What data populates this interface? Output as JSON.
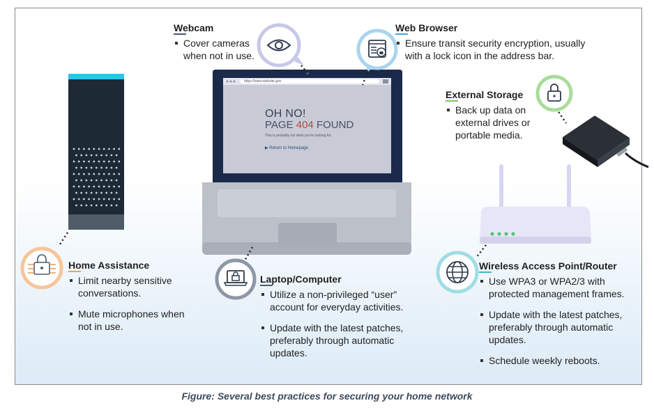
{
  "figure_caption": "Figure: Several best practices for securing your home network",
  "laptop_screen": {
    "url": "https://www.website.gov",
    "title": "OH NO!",
    "subtitle_prefix": "PAGE ",
    "subtitle_code": "404",
    "subtitle_suffix": " FOUND",
    "message": "This is probably not what you're looking for.",
    "link": "Return to Homepage"
  },
  "sections": {
    "webcam": {
      "title": "Webcam",
      "bullets": [
        "Cover cameras when not in use."
      ]
    },
    "web_browser": {
      "title": "Web Browser",
      "bullets": [
        "Ensure transit security encryption, usually with a lock icon in the address bar."
      ]
    },
    "external_storage": {
      "title": "External Storage",
      "bullets": [
        "Back up data on external drives or portable media."
      ]
    },
    "home_assistance": {
      "title": "Home Assistance",
      "bullets": [
        "Limit nearby sensitive conversations.",
        "Mute microphones when not in use."
      ]
    },
    "laptop": {
      "title": "Laptop/Computer",
      "bullets": [
        "Utilize a non-privileged “user” account for everyday activities.",
        "Update with the latest patches, preferably through automatic updates."
      ]
    },
    "router": {
      "title": "Wireless Access Point/Router",
      "bullets": [
        "Use WPA3 or WPA2/3 with protected management frames.",
        "Update with the latest patches, preferably through automatic updates.",
        "Schedule weekly reboots."
      ]
    }
  },
  "icons": [
    "eye-icon",
    "browser-lock-icon",
    "padlock-icon",
    "chip-lock-icon",
    "laptop-lock-icon",
    "globe-icon"
  ],
  "colors": {
    "orange_accent": "#f0a050",
    "slate_accent": "#4a5a6e",
    "blue_accent": "#3fa8d8",
    "green_accent": "#7cc46a",
    "teal_accent": "#3fb7c8",
    "laptop_lid": "#1b2a4a",
    "speaker_top": "#2ec4e8"
  }
}
